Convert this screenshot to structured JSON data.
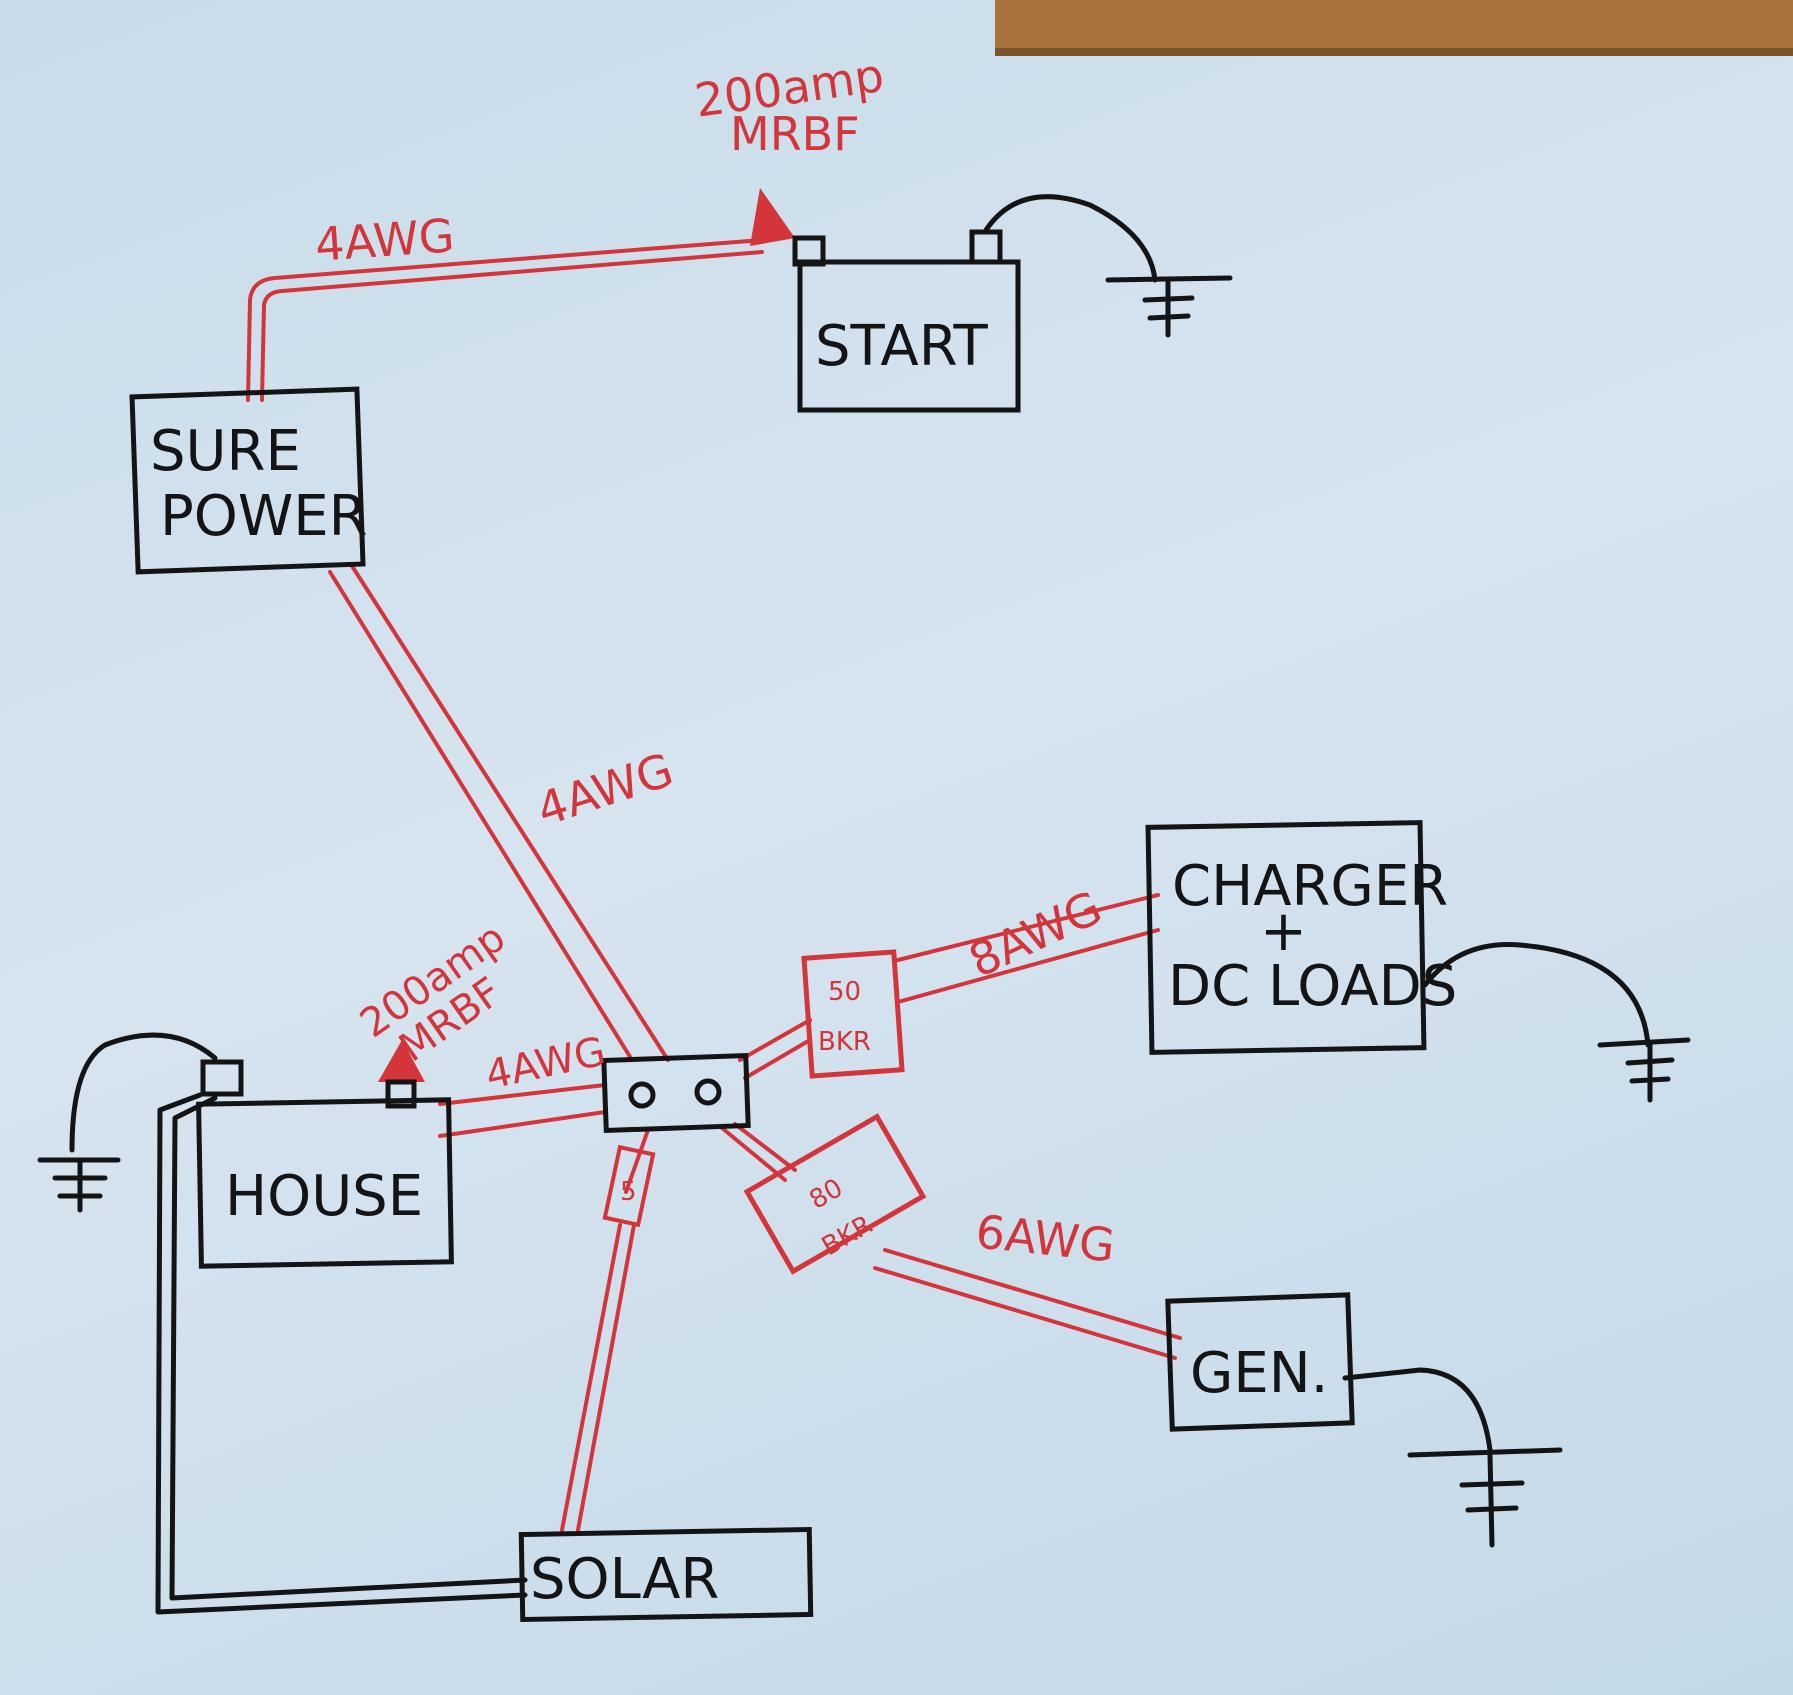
{
  "components": {
    "start": "START",
    "sure_power_line1": "SURE",
    "sure_power_line2": "POWER",
    "house": "HOUSE",
    "solar": "SOLAR",
    "charger_line1": "CHARGER",
    "charger_line2": "+",
    "charger_line3": "DC LOADS",
    "gen": "GEN."
  },
  "fuses": {
    "top_line1": "200amp",
    "top_line2": "MRBF",
    "house_line1": "200amp",
    "house_line2": "MRBF",
    "breaker_charger_line1": "50",
    "breaker_charger_line2": "BKR",
    "breaker_gen_line1": "80",
    "breaker_gen_line2": "BKR",
    "solar_fuse": "5"
  },
  "wires": {
    "start_run": "4AWG",
    "sure_power_run": "4AWG",
    "house_run": "4AWG",
    "charger_run": "8AWG",
    "gen_run": "6AWG"
  },
  "colors": {
    "positive": "#d3353a",
    "ink": "#141414",
    "paper": "#d6e4ef",
    "wood": "#a8733a"
  }
}
